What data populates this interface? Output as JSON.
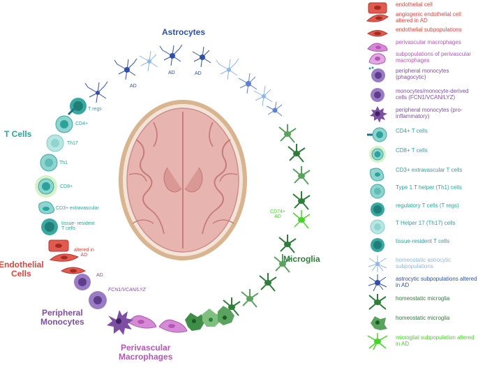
{
  "groups": {
    "astrocytes": "Astrocytes",
    "t_cells": "T Cells",
    "endothelial": "Endothelial\nCells",
    "monocytes": "Peripheral\nMonocytes",
    "macrophages": "Perivascular\nMacrophages",
    "microglia": "Microglia"
  },
  "ring_labels": {
    "t_regs": "T regs",
    "cd4": "CD4+",
    "th17": "Th17",
    "th1": "Th1",
    "cd8": "CD8+",
    "cd3_extra": "CD3+ extravascular",
    "tissue_resident": "tissue- resident\nT cells",
    "altered_ad": "altered in\nAD",
    "ad_mono": "AD",
    "fcn1": "FCN1/VCAN/LYZ",
    "cd74": "CD74+\nAD",
    "ad_astro1": "AD",
    "ad_astro2": "AD",
    "ad_astro3": "AD"
  },
  "legend": [
    {
      "icon": "endothelial-cell-icon",
      "text": "endothelial cell",
      "color": "#d9463e"
    },
    {
      "icon": "angiogenic-endothelial-icon",
      "text": "angiogenic endothelial cell altered in AD",
      "color": "#d9463e"
    },
    {
      "icon": "endothelial-subpop-icon",
      "text": "endothelial subpopulations",
      "color": "#d9463e"
    },
    {
      "icon": "perivascular-macrophage-icon",
      "text": "perivascular macrophages",
      "color": "#b456b5"
    },
    {
      "icon": "macrophage-subpop-icon",
      "text": "subpopulations of perivascular macrophages",
      "color": "#b456b5"
    },
    {
      "icon": "phagocytic-monocyte-icon",
      "text": "peripheral monocytes (phagocytic)",
      "color": "#7d4fa3"
    },
    {
      "icon": "monocyte-derived-icon",
      "text": "monocytes/monocyte-derived cells (FCN1/VCAN/LYZ)",
      "color": "#7d4fa3"
    },
    {
      "icon": "proinflammatory-monocyte-icon",
      "text": "peripheral monocytes (pro-inflammatory)",
      "color": "#7d4fa3"
    },
    {
      "icon": "cd4-t-cell-icon",
      "text": "CD4+ T cells",
      "color": "#2ba39b"
    },
    {
      "icon": "cd8-t-cell-icon",
      "text": "CD8+ T cells",
      "color": "#2ba39b"
    },
    {
      "icon": "cd3-extravascular-icon",
      "text": "CD3+ extravascular T cells",
      "color": "#2ba39b"
    },
    {
      "icon": "th1-cell-icon",
      "text": "Type 1 T helper (Th1) cells",
      "color": "#2ba39b"
    },
    {
      "icon": "treg-cell-icon",
      "text": "regulatory T cells (T regs)",
      "color": "#2ba39b"
    },
    {
      "icon": "th17-cell-icon",
      "text": "T Helper 17 (Th17) cells",
      "color": "#2ba39b"
    },
    {
      "icon": "tissue-resident-icon",
      "text": "tissue-resident T cells",
      "color": "#2ba39b"
    },
    {
      "icon": "homeostatic-astrocyte-icon",
      "text": "homeostatic astrocytic subpopulations",
      "color": "#8fb6e6"
    },
    {
      "icon": "altered-astrocyte-icon",
      "text": "astrocytic subpopulations altered in AD",
      "color": "#2f4fa8"
    },
    {
      "icon": "homeostatic-microglia-icon",
      "text": "homeostatic microglia",
      "color": "#2e7d3a"
    },
    {
      "icon": "homeostatic-microglia-2-icon",
      "text": "homeostatic microglia",
      "color": "#2e7d3a"
    },
    {
      "icon": "altered-microglia-icon",
      "text": "microglial subpopulation altered in AD",
      "color": "#4ad12b"
    }
  ],
  "colors": {
    "astro_dark": "#2f4fa8",
    "astro_light": "#8fb6e6",
    "tcell": "#2ba39b",
    "endo": "#d9463e",
    "mono": "#7d4fa3",
    "macro": "#b456b5",
    "microglia": "#2e7d3a",
    "microglia_ad": "#4ad12b",
    "brain": "#e8b4b0"
  }
}
